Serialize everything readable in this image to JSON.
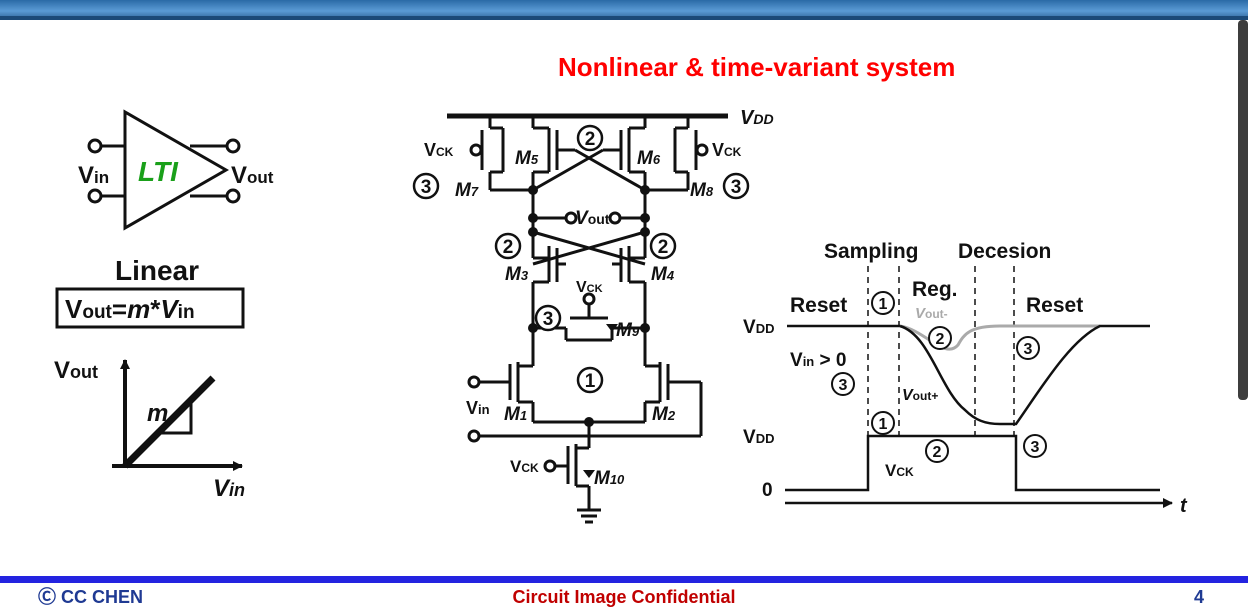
{
  "header": {
    "title": "Nonlinear & time-variant system"
  },
  "footer": {
    "left": "Ⓒ CC CHEN",
    "center": "Circuit Image Confidential",
    "page": "4"
  },
  "lti": {
    "box_label": "LTI",
    "in_label": "V",
    "in_sub": "in",
    "out_label": "V",
    "out_sub": "out",
    "linear_label": "Linear",
    "eq_v": "V",
    "eq_out": "out",
    "eq_mid": "=",
    "eq_m": "m",
    "eq_star": "*",
    "eq_v2": "V",
    "eq_in": "in",
    "graph_y_label": "V",
    "graph_y_sub": "out",
    "graph_x_label": "V",
    "graph_x_sub": "in",
    "graph_slope": "m"
  },
  "circuit": {
    "vdd": "V",
    "vdd_sub": "DD",
    "vck": "V",
    "vck_sub": "CK",
    "vout": "V",
    "vout_sub": "out",
    "vin": "V",
    "vin_sub": "in",
    "m1": "M",
    "m1s": "1",
    "m2": "M",
    "m2s": "2",
    "m3": "M",
    "m3s": "3",
    "m4": "M",
    "m4s": "4",
    "m5": "M",
    "m5s": "5",
    "m6": "M",
    "m6s": "6",
    "m7": "M",
    "m7s": "7",
    "m8": "M",
    "m8s": "8",
    "m9": "M",
    "m9s": "9",
    "m10": "M",
    "m10s": "10",
    "c1": "1",
    "c2": "2",
    "c3": "3"
  },
  "timing": {
    "sampling": "Sampling",
    "decesion": "Decesion",
    "reset": "Reset",
    "reg": "Reg.",
    "vdd": "V",
    "vdd_sub": "DD",
    "vin": "V",
    "vin_sub": "in",
    "vin_cond": " > 0",
    "vout_minus": "V",
    "vout_minus_sub": "out-",
    "vout_plus": "V",
    "vout_plus_sub": "out+",
    "vck": "V",
    "vck_sub": "CK",
    "zero": "0",
    "t": "t",
    "c1": "1",
    "c2": "2",
    "c3": "3"
  },
  "colors": {
    "title": "#ff0000",
    "lti": "#1aa01a",
    "vout_minus": "#aaaaaa",
    "footer": "#1f3a93",
    "footer_center": "#c00000"
  }
}
